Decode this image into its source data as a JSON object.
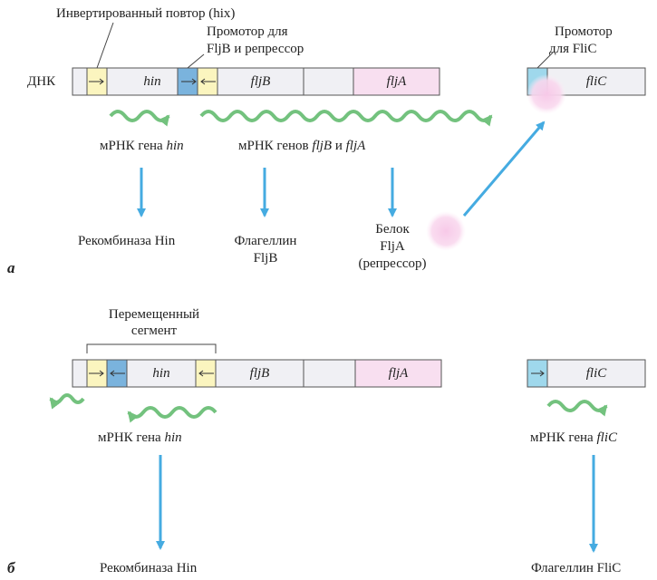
{
  "colors": {
    "segment_fill": "#f0f0f4",
    "hix_yellow": "#fbf5bf",
    "promoter_blue": "#7ab3dd",
    "fliC_promoter": "#9fd8ec",
    "fljA_pink": "#f8dff0",
    "mrna_green": "#73c27e",
    "arrow_blue": "#45abe1",
    "repressor_pink": "#f5c8e6",
    "outline": "#555555"
  },
  "panel_a": {
    "letter": "а",
    "dna_label": "ДНК",
    "hix_label": "Инвертированный повтор (hix)",
    "promoter_fljB_line1": "Промотор для",
    "promoter_fljB_line2": "FljB и репрессор",
    "promoter_fliC_line1": "Промотор",
    "promoter_fliC_line2": "для FliC",
    "genes": {
      "hin": "hin",
      "fljB": "fljB",
      "fljA": "fljA",
      "fliC": "fliC"
    },
    "mrna_hin_label": "мРНК гена",
    "mrna_hin_gene": "hin",
    "mrna_fljBA_label": "мРНК генов",
    "mrna_fljBA_gene1": "fljB",
    "mrna_fljBA_conj": "и",
    "mrna_fljBA_gene2": "fljA",
    "product_hin": "Рекомбиназа Hin",
    "product_fljB_line1": "Флагеллин",
    "product_fljB_line2": "FljB",
    "product_fljA_line1": "Белок",
    "product_fljA_line2": "FljA",
    "product_fljA_line3": "(репрессор)"
  },
  "panel_b": {
    "letter": "б",
    "moved_segment_line1": "Перемещенный",
    "moved_segment_line2": "сегмент",
    "genes": {
      "hin": "hin",
      "fljB": "fljB",
      "fljA": "fljA",
      "fliC": "fliC"
    },
    "mrna_hin_label": "мРНК гена",
    "mrna_hin_gene": "hin",
    "mrna_fliC_label": "мРНК гена",
    "mrna_fliC_gene": "fliC",
    "product_hin": "Рекомбиназа Hin",
    "product_fliC": "Флагеллин FliC"
  }
}
